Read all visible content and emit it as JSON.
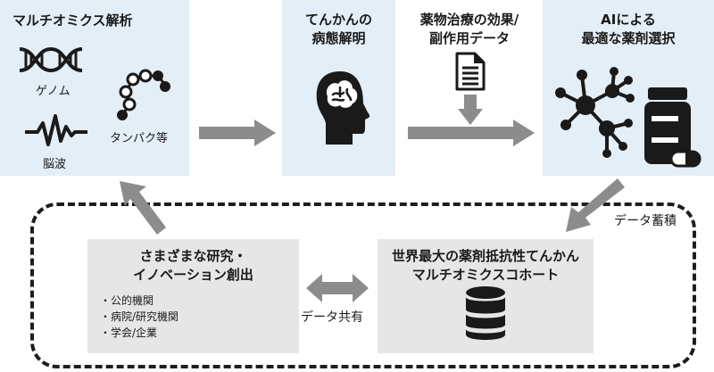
{
  "multiomics": {
    "title": "マルチオミクス解析",
    "genome_label": "ゲノム",
    "brainwave_label": "脳波",
    "protein_label": "タンパク等"
  },
  "epilepsy": {
    "title_line1": "てんかんの",
    "title_line2": "病態解明"
  },
  "drug_data": {
    "line1": "薬物治療の効果/",
    "line2": "副作用データ"
  },
  "ai": {
    "line1": "AIによる",
    "line2": "最適な薬剤選択"
  },
  "accumulation_label": "データ蓄積",
  "cohort": {
    "line1": "世界最大の薬剤抵抗性てんかん",
    "line2": "マルチオミクスコホート"
  },
  "share_label": "データ共有",
  "research": {
    "line1": "さまざまな研究・",
    "line2": "イノベーション創出",
    "items": [
      "・公的機関",
      "・病院/研究機関",
      "・学会/企業"
    ]
  },
  "colors": {
    "blue_box": "#e4eef7",
    "gray_box": "#e6e6e6",
    "arrow": "#8c8c8c",
    "ink": "#1a1a1a"
  }
}
